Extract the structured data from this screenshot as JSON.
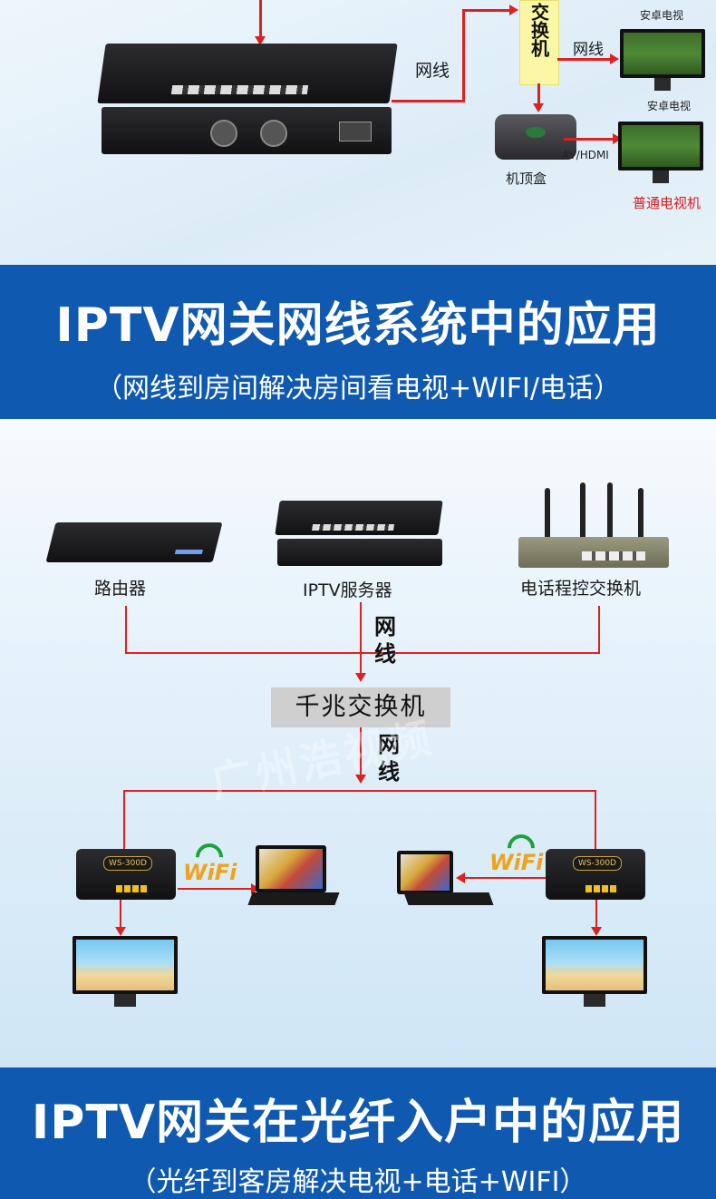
{
  "section1": {
    "switch_label": "交换机",
    "cable_label_left": "网线",
    "cable_label_right": "网线",
    "tv_top_label": "安卓电视",
    "tv_android_label": "安卓电视",
    "settop_label": "机顶盒",
    "avhdmi_label": "AV/HDMI",
    "normal_tv_label": "普通电视机"
  },
  "banner1": {
    "title": "IPTV网关网线系统中的应用",
    "subtitle": "（网线到房间解决房间看电视+WIFI/电话）"
  },
  "section2": {
    "router_label": "路由器",
    "server_label": "IPTV服务器",
    "pbx_label": "电话程控交换机",
    "cable_label_1": "网线",
    "switch_label": "千兆交换机",
    "cable_label_2": "网线",
    "device_brand": "WS-300D",
    "wifi_label": "WiFi",
    "watermark": "广州浩视频"
  },
  "banner2": {
    "title": "IPTV网关在光纤入户中的应用",
    "subtitle": "（光纤到客房解决电视+电话+WIFI）"
  },
  "colors": {
    "banner": "#0f59b0",
    "wire": "#e02020",
    "switch_highlight": "#fbf7a6",
    "normal_tv_text": "#d41d1d"
  }
}
